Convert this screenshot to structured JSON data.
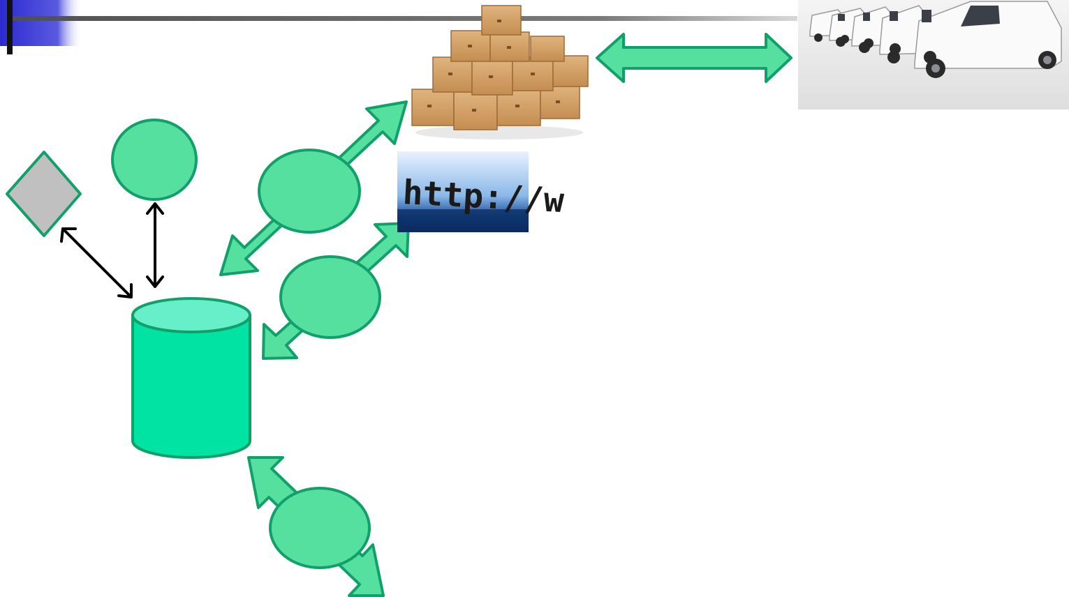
{
  "slide": {
    "colors": {
      "node_fill": "#55e0a0",
      "node_stroke": "#12a06a",
      "arrow_fill": "#55e0a0",
      "arrow_stroke": "#12a06a",
      "database_fill": "#00e3a3",
      "database_top": "#66efc8",
      "decision_fill": "#c0c0c0",
      "connector": "#000000",
      "header_bar": "#606060",
      "header_accent": "#3b3bd8"
    },
    "images": {
      "boxes_image": {
        "icon": "cardboard-boxes-pile"
      },
      "url_image": {
        "text": "http://w",
        "icon": "browser-address-bar"
      },
      "vans_image": {
        "icon": "delivery-van-fleet"
      }
    }
  }
}
